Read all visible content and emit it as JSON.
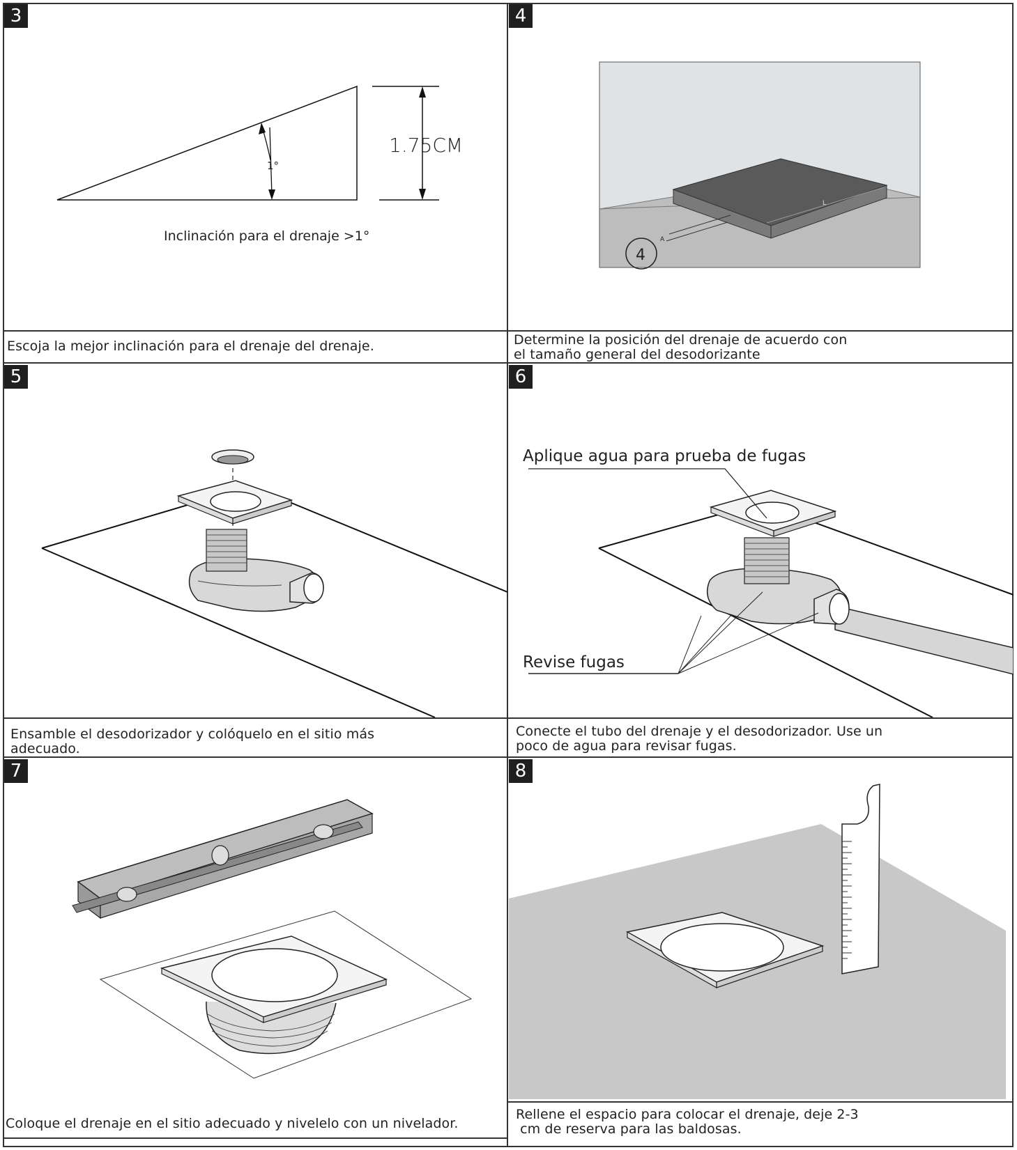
{
  "panels": [
    {
      "number": "3",
      "caption_lines": [
        "Escoja la mejor inclinación para el drenaje del drenaje."
      ],
      "figure": {
        "dimension_label": "1.75CM",
        "angle_label": "1°",
        "figure_caption": "Inclinación para el drenaje >1°"
      }
    },
    {
      "number": "4",
      "caption_lines": [
        "Determine la posición del drenaje de acuerdo con",
        "el tamaño general del desodorizante"
      ],
      "figure": {
        "circle_label": "4",
        "length_label": "L",
        "offset_label": "A"
      }
    },
    {
      "number": "5",
      "caption_lines": [
        "Ensamble el desodorizador y colóquelo en el sitio más",
        "adecuado."
      ]
    },
    {
      "number": "6",
      "caption_lines": [
        "Conecte el tubo del drenaje y el desodorizador. Use un",
        "poco de agua para revisar  fugas."
      ],
      "figure": {
        "callout_top": "Aplique agua para prueba de fugas",
        "callout_bottom": "Revise fugas"
      }
    },
    {
      "number": "7",
      "caption_lines": [
        "Coloque el drenaje en el sitio adecuado y nivelelo con un nivelador."
      ]
    },
    {
      "number": "8",
      "caption_lines": [
        "Rellene el espacio para colocar el drenaje, deje 2-3",
        " cm de reserva para las baldosas."
      ]
    }
  ]
}
